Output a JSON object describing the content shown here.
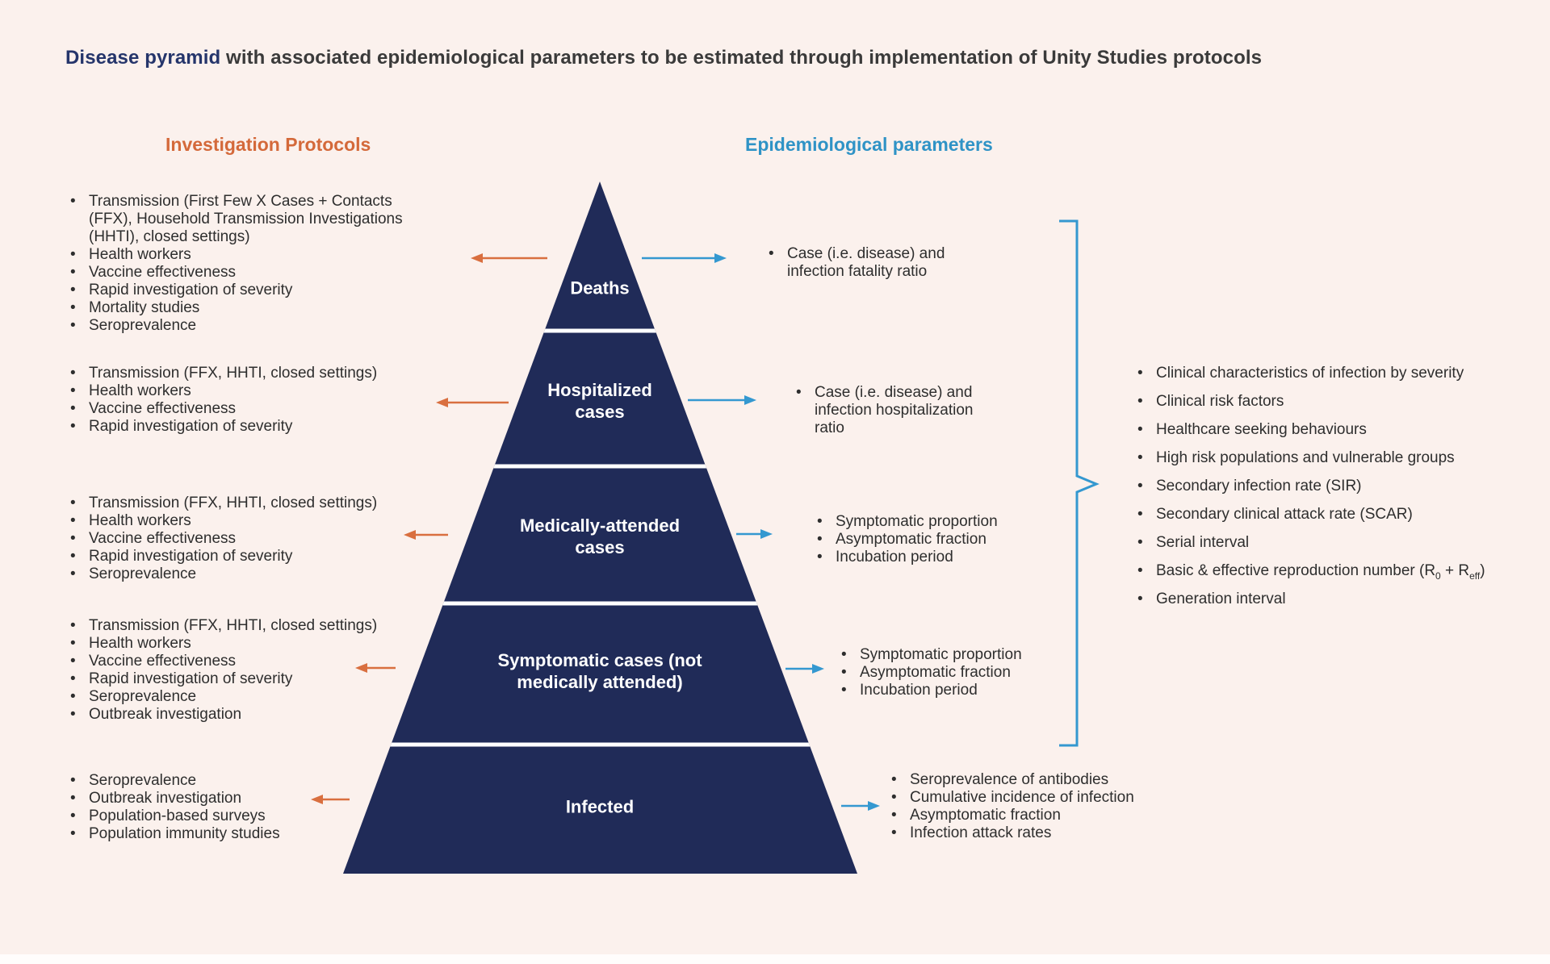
{
  "title": {
    "highlight": "Disease pyramid",
    "rest": " with associated epidemiological parameters to be estimated through implementation of Unity Studies protocols"
  },
  "colors": {
    "background": "#fbf1ed",
    "pyramid_navy": "#202b58",
    "title_navy": "#25356b",
    "orange_accent": "#d4693a",
    "blue_accent": "#3498d0",
    "body_text": "#2e2e2e",
    "divider_white": "#ffffff"
  },
  "investigation_protocols": {
    "heading": "Investigation Protocols",
    "blocks": [
      {
        "level": "deaths",
        "items": [
          "Transmission (First Few X Cases + Contacts (FFX), Household Transmission Investigations (HHTI), closed settings)",
          "Health workers",
          "Vaccine effectiveness",
          "Rapid investigation of severity",
          "Mortality studies",
          "Seroprevalence"
        ]
      },
      {
        "level": "hospitalized-cases",
        "items": [
          "Transmission (FFX, HHTI, closed settings)",
          "Health workers",
          "Vaccine effectiveness",
          "Rapid investigation of severity"
        ]
      },
      {
        "level": "medically-attended-cases",
        "items": [
          "Transmission (FFX, HHTI, closed settings)",
          "Health workers",
          "Vaccine effectiveness",
          "Rapid investigation of severity",
          "Seroprevalence"
        ]
      },
      {
        "level": "symptomatic-cases",
        "items": [
          "Transmission (FFX, HHTI, closed settings)",
          "Health workers",
          "Vaccine effectiveness",
          "Rapid investigation of severity",
          "Seroprevalence",
          "Outbreak investigation"
        ]
      },
      {
        "level": "infected",
        "items": [
          "Seroprevalence",
          "Outbreak investigation",
          "Population-based surveys",
          "Population immunity studies"
        ]
      }
    ]
  },
  "pyramid": {
    "levels": [
      "Deaths",
      "Hospitalized cases",
      "Medically-attended cases",
      "Symptomatic cases (not medically attended)",
      "Infected"
    ]
  },
  "epidemiological_parameters": {
    "heading": "Epidemiological parameters",
    "blocks": [
      {
        "level": "deaths",
        "items": [
          "Case (i.e. disease) and infection fatality ratio"
        ]
      },
      {
        "level": "hospitalized-cases",
        "items": [
          "Case (i.e. disease) and infection hospitalization ratio"
        ]
      },
      {
        "level": "medically-attended-cases",
        "items": [
          "Symptomatic proportion",
          "Asymptomatic fraction",
          "Incubation period"
        ]
      },
      {
        "level": "symptomatic-cases",
        "items": [
          "Symptomatic proportion",
          "Asymptomatic fraction",
          "Incubation period"
        ]
      },
      {
        "level": "infected",
        "items": [
          "Seroprevalence of antibodies",
          "Cumulative incidence of infection",
          "Asymptomatic fraction",
          "Infection attack rates"
        ]
      }
    ]
  },
  "parameters_panel": {
    "items": [
      "Clinical characteristics of infection by severity",
      "Clinical risk factors",
      "Healthcare seeking behaviours",
      "High risk populations and vulnerable groups",
      "Secondary infection rate (SIR)",
      "Secondary clinical attack rate (SCAR)",
      "Serial interval"
    ],
    "reproduction_item": {
      "pre": "Basic & effective reproduction number (R",
      "sub_a": "0",
      "mid": " + R",
      "sub_b": "eff",
      "post": ")"
    },
    "last_item": "Generation interval"
  }
}
